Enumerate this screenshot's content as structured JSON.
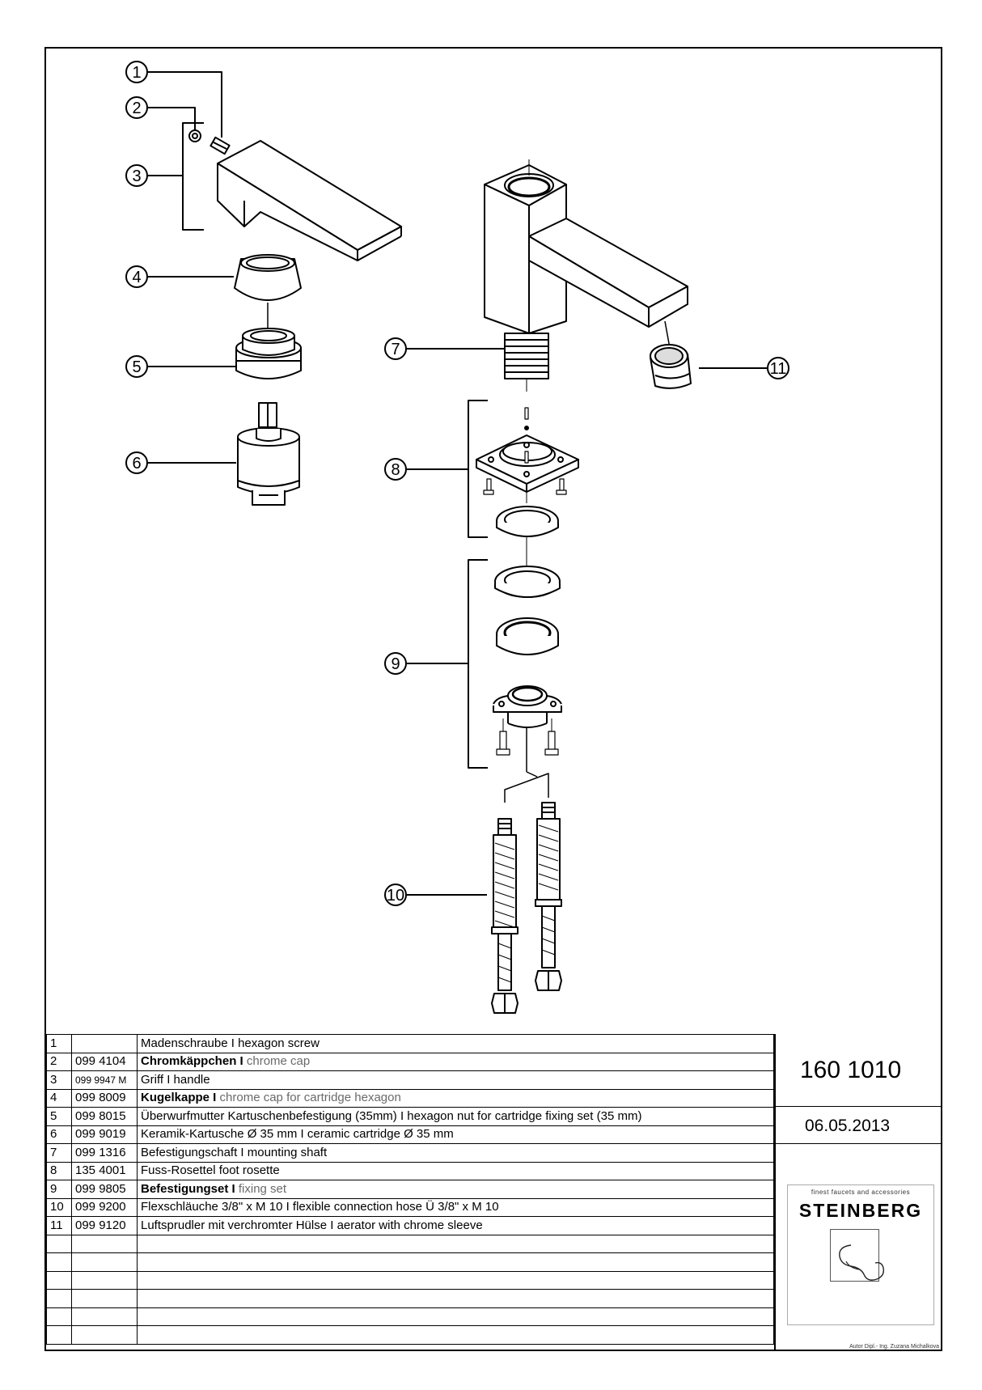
{
  "callouts": [
    "1",
    "2",
    "3",
    "4",
    "5",
    "6",
    "7",
    "8",
    "9",
    "10",
    "11"
  ],
  "parts": [
    {
      "pos": "1",
      "article": "",
      "desc_de": "Madenschraube I hexagon screw",
      "desc_en": ""
    },
    {
      "pos": "2",
      "article": "099 4104",
      "desc_de": "Chromkäppchen I",
      "desc_en": "chrome cap"
    },
    {
      "pos": "3",
      "article": "099 9947 M",
      "desc_de": "Griff I handle",
      "desc_en": ""
    },
    {
      "pos": "4",
      "article": "099 8009",
      "desc_de": "Kugelkappe I",
      "desc_en": "chrome cap for  cartridge hexagon"
    },
    {
      "pos": "5",
      "article": "099 8015",
      "desc_de": "Überwurfmutter Kartuschenbefestigung (35mm) I hexagon nut for cartridge fixing set (35 mm)",
      "desc_en": ""
    },
    {
      "pos": "6",
      "article": "099 9019",
      "desc_de": "Keramik-Kartusche Ø 35 mm I ceramic cartridge Ø 35 mm",
      "desc_en": ""
    },
    {
      "pos": "7",
      "article": "099 1316",
      "desc_de": "Befestigungschaft I mounting shaft",
      "desc_en": ""
    },
    {
      "pos": "8",
      "article": "135 4001",
      "desc_de": "Fuss-Rosettel foot rosette",
      "desc_en": ""
    },
    {
      "pos": "9",
      "article": "099 9805",
      "desc_de": "Befestigungset I",
      "desc_en": "fixing set"
    },
    {
      "pos": "10",
      "article": "099 9200",
      "desc_de": "Flexschläuche  3/8\" x M 10 I flexible connection hose Ü 3/8\" x M 10",
      "desc_en": ""
    },
    {
      "pos": "11",
      "article": "099 9120",
      "desc_de": "Luftsprudler mit verchromter Hülse I aerator with chrome sleeve",
      "desc_en": ""
    }
  ],
  "empty_rows": 6,
  "title_block": {
    "product_number": "160 1010",
    "date": "06.05.2013",
    "logo_tagline": "finest faucets and accessories",
    "brand": "STEINBERG",
    "author": "Autor Dipl.- Ing. Zuzana Michalkova"
  }
}
